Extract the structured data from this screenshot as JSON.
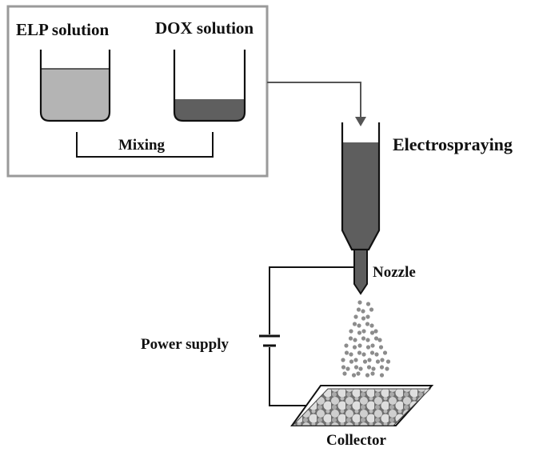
{
  "labels": {
    "elp_solution": "ELP solution",
    "dox_solution": "DOX solution",
    "mixing": "Mixing",
    "electrospraying": "Electrospraying",
    "nozzle": "Nozzle",
    "power_supply": "Power supply",
    "collector": "Collector"
  },
  "colors": {
    "elp_liquid": "#b4b4b4",
    "dox_liquid": "#5f5f5f",
    "syringe_liquid": "#5e5e5e",
    "droplets": "#8c8c8c",
    "panel_border": "#9a9a9a",
    "arrow": "#555555",
    "line": "#111111"
  }
}
